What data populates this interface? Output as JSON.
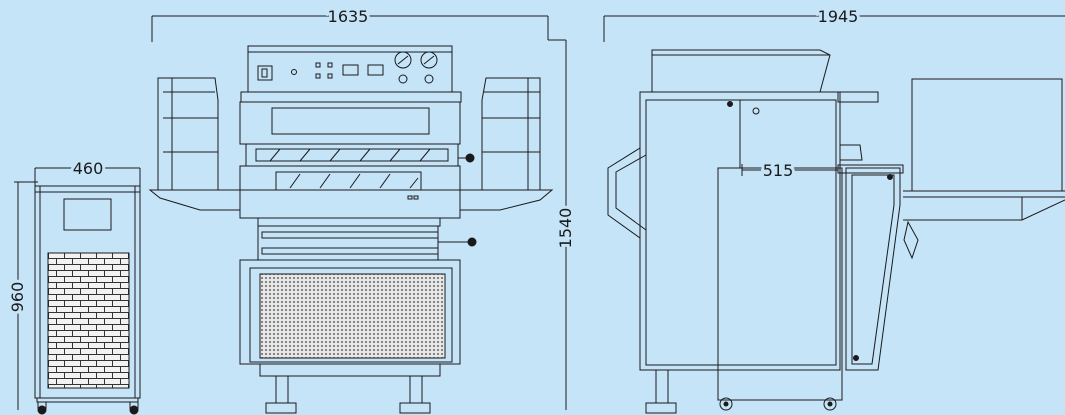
{
  "dimensions": {
    "front_width": "1635",
    "side_width": "1945",
    "height": "1540",
    "chiller_width": "460",
    "chiller_height": "960",
    "unit_depth": "515"
  },
  "colors": {
    "background": "#c5e4f8",
    "line": "#1a1a1a",
    "mesh": "#9a9a9a",
    "brick": "#f2f2f2"
  }
}
